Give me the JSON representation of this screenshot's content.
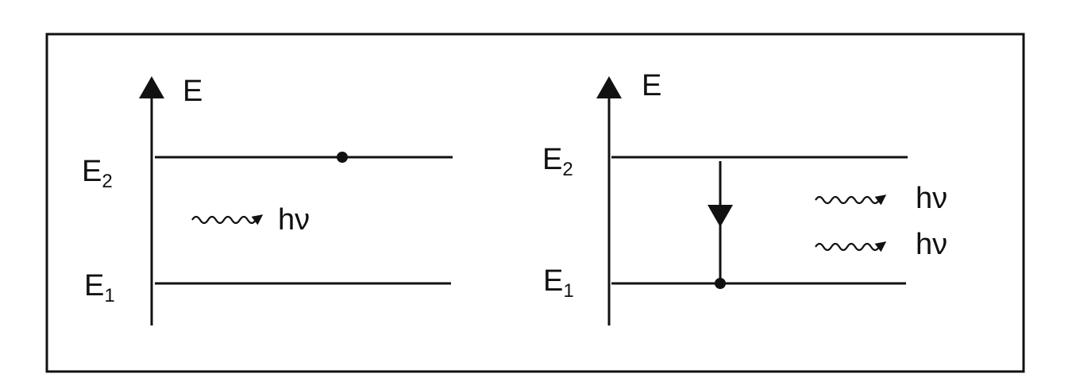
{
  "left_panel": {
    "axis_label": "E",
    "upper_level": {
      "letter": "E",
      "subscript": "2"
    },
    "lower_level": {
      "letter": "E",
      "subscript": "1"
    },
    "photon_label": "hν"
  },
  "right_panel": {
    "axis_label": "E",
    "upper_level": {
      "letter": "E",
      "subscript": "2"
    },
    "lower_level": {
      "letter": "E",
      "subscript": "1"
    },
    "photon_labels": [
      "hν",
      "hν"
    ]
  },
  "colors": {
    "ink": "#111111",
    "background": "#ffffff"
  }
}
